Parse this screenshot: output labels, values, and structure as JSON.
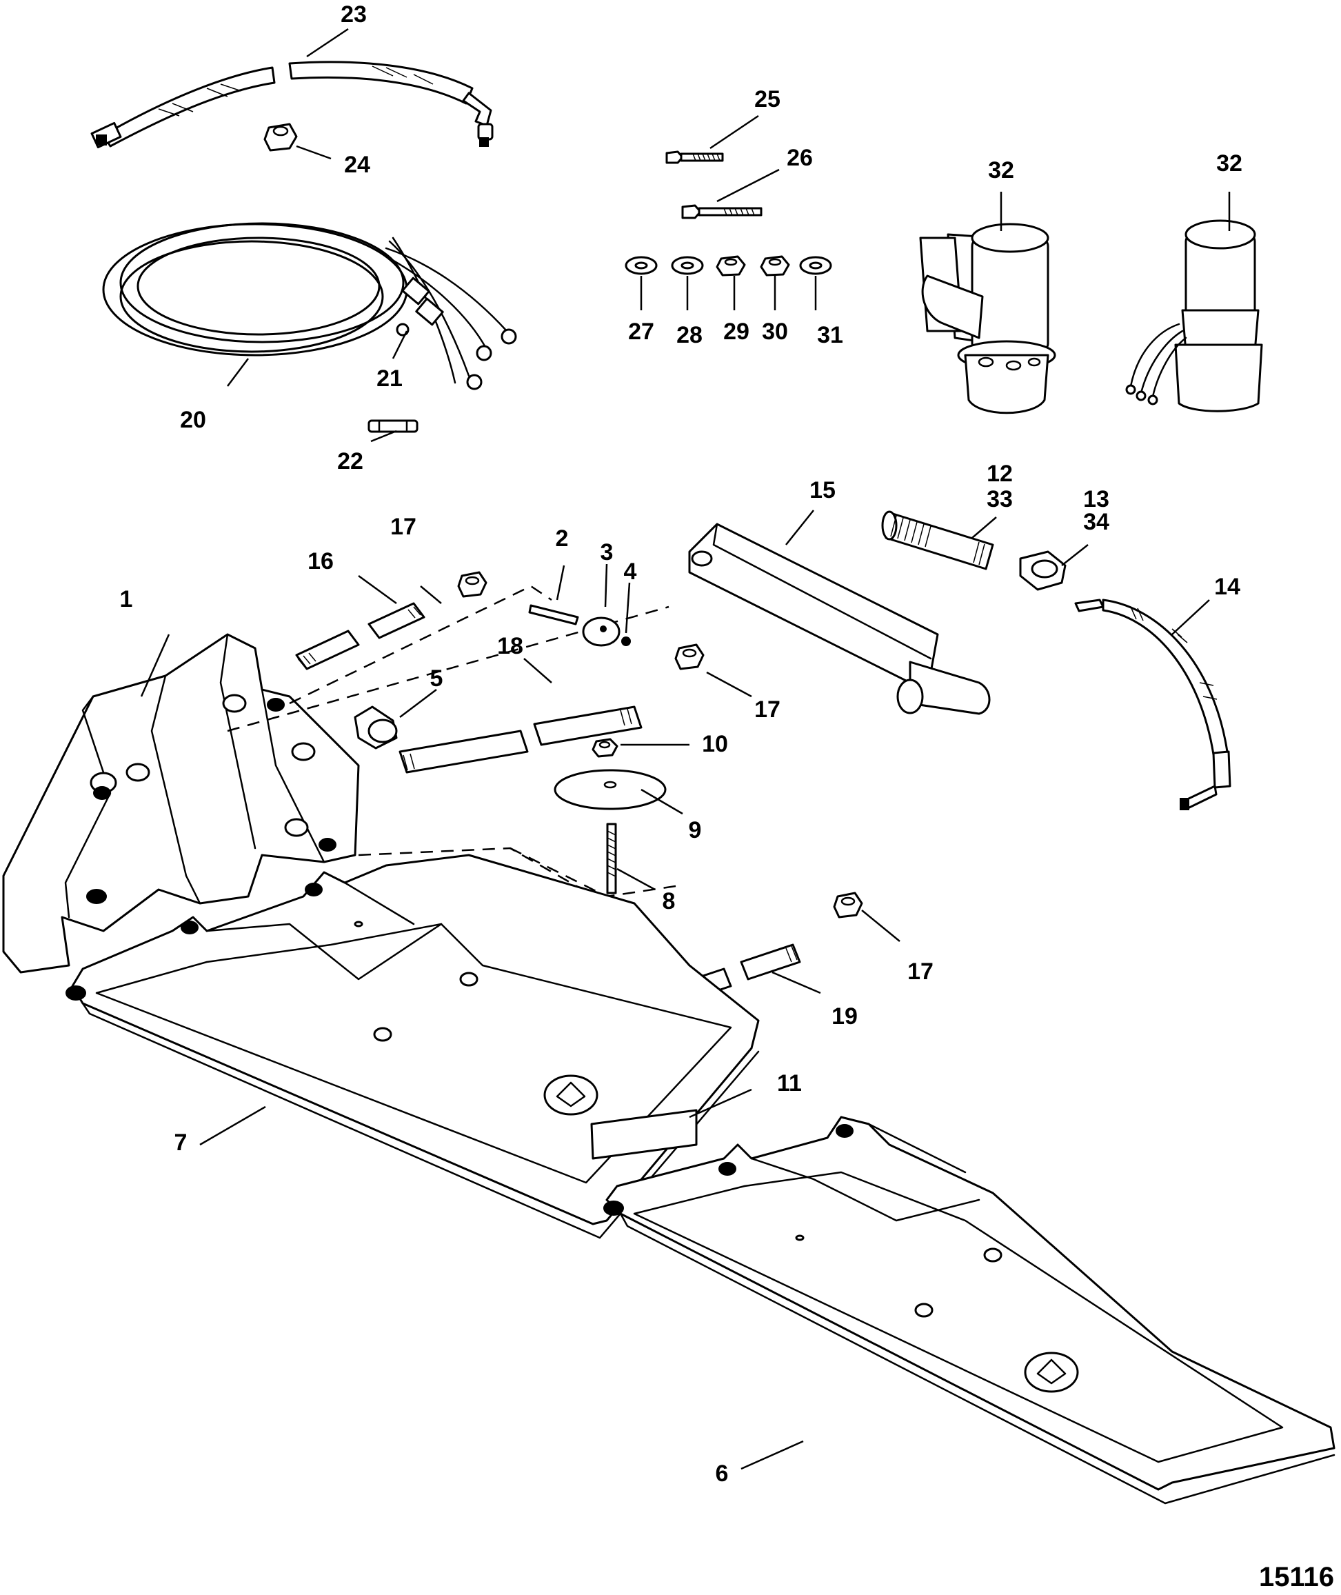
{
  "diagram": {
    "drawing_number": "15116",
    "callouts": [
      "1",
      "2",
      "3",
      "4",
      "5",
      "6",
      "7",
      "8",
      "9",
      "10",
      "11",
      "12",
      "33",
      "13",
      "34",
      "14",
      "15",
      "16",
      "17",
      "17",
      "17",
      "18",
      "19",
      "20",
      "21",
      "22",
      "23",
      "24",
      "25",
      "26",
      "27",
      "28",
      "29",
      "30",
      "31",
      "32",
      "32"
    ]
  }
}
